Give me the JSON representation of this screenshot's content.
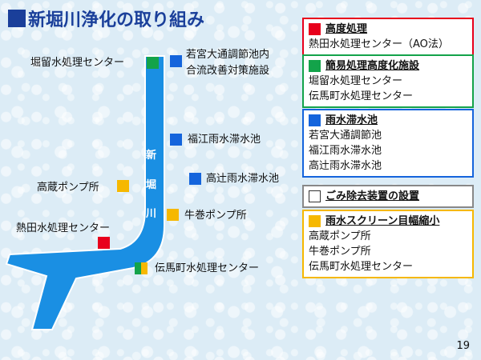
{
  "title": "新堀川浄化の取り組み",
  "river_label": [
    "新",
    "堀",
    "川"
  ],
  "facilities": {
    "horidome": "堀留水処理センター",
    "wakamiya_1": "若宮大通調節池内",
    "wakamiya_2": "合流改善対策施設",
    "fukue": "福江雨水滞水池",
    "takatsuji": "高辻雨水滞水池",
    "takakura": "高蔵ポンプ所",
    "ushimaki": "牛巻ポンプ所",
    "atsuta": "熱田水処理センター",
    "denma": "伝馬町水処理センター"
  },
  "legend": {
    "advanced": {
      "heading": "高度処理",
      "items": [
        "熱田水処理センター（AO法）"
      ]
    },
    "simple": {
      "heading": "簡易処理高度化施設",
      "items": [
        "堀留水処理センター",
        "伝馬町水処理センター"
      ]
    },
    "storage": {
      "heading": "雨水滞水池",
      "items": [
        "若宮大通調節池",
        "福江雨水滞水池",
        "高辻雨水滞水池"
      ]
    },
    "debris": {
      "heading": "ごみ除去装置の設置"
    },
    "screen": {
      "heading": "雨水スクリーン目幅縮小",
      "items": [
        "高蔵ポンプ所",
        "牛巻ポンプ所",
        "伝馬町水処理センター"
      ]
    }
  },
  "colors": {
    "red": "#e8001c",
    "green": "#13a34a",
    "blue": "#1464dc",
    "yellow": "#f6b800",
    "river": "#1a8fe3"
  },
  "page_number": "19"
}
